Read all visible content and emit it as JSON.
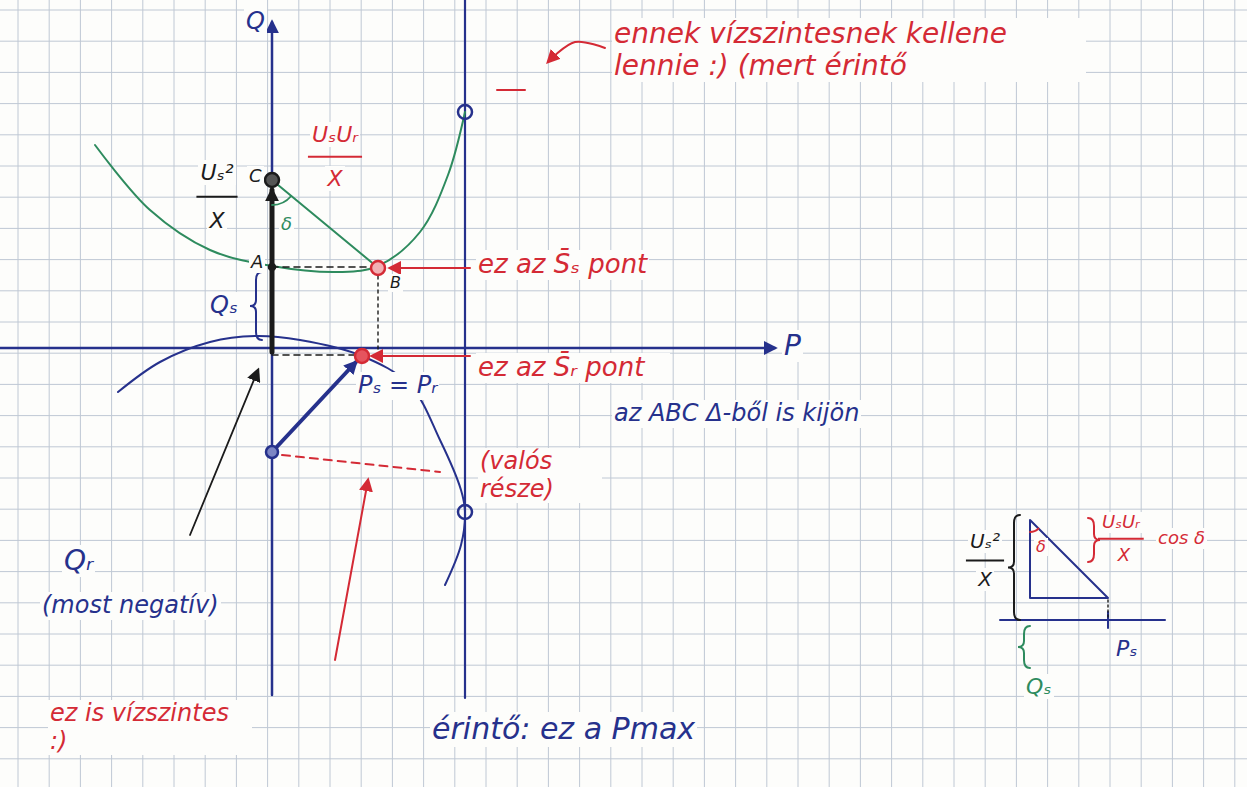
{
  "diagram": {
    "labels": [
      "Q",
      "P",
      "C",
      "A",
      "B",
      "Uₛ²",
      "X",
      "UₛUᵣ",
      "X",
      "δ",
      "Qₛ",
      "ez az S̄ₛ pont",
      "ez az S̄ᵣ pont",
      "az ABC Δ-ből is kijön",
      "Pₛ = Pᵣ",
      "(valós része)",
      "Qᵣ",
      "(most negatív)",
      "ez is vízszintes :)",
      "érintő: ez a Pmax",
      "ennek vízszintesnek kellene lennie :) (mert érintő",
      "Uₛ²",
      "X",
      "δ",
      "UₛUᵣ",
      "X",
      "cos δ",
      "Pₛ",
      "Qₛ"
    ]
  }
}
